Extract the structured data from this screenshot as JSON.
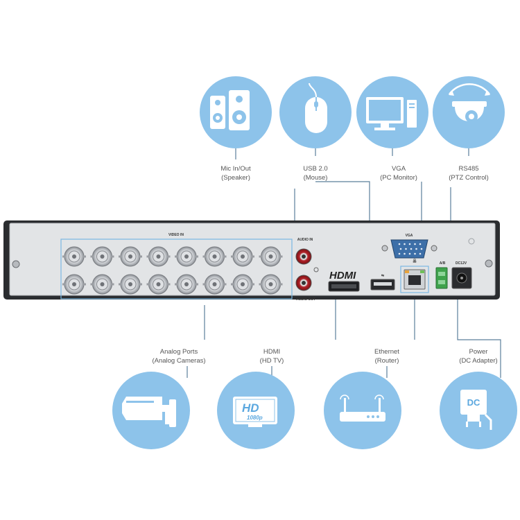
{
  "colors": {
    "circle": "#8dc3ea",
    "panel": "#e2e4e6",
    "case": "#2b2d30",
    "line": "#5b7f9b",
    "highlight": "#7ab7e2"
  },
  "top_devices": [
    {
      "name": "speaker",
      "icon": "speaker-icon",
      "label_line1": "Mic In/Out",
      "label_line2": "(Speaker)"
    },
    {
      "name": "mouse",
      "icon": "mouse-icon",
      "label_line1": "USB 2.0",
      "label_line2": "(Mouse)"
    },
    {
      "name": "monitor",
      "icon": "monitor-icon",
      "label_line1": "VGA",
      "label_line2": "(PC Monitor)"
    },
    {
      "name": "ptz",
      "icon": "ptz-camera-icon",
      "label_line1": "RS485",
      "label_line2": "(PTZ Control)"
    }
  ],
  "bottom_devices": [
    {
      "name": "analog",
      "icon": "bullet-camera-icon",
      "label_line1": "Analog Ports",
      "label_line2": "(Analog Cameras)"
    },
    {
      "name": "hdmi",
      "icon": "hd-tv-icon",
      "label_line1": "HDMI",
      "label_line2": "(HD TV)",
      "badge_big": "HD",
      "badge_small": "1080p"
    },
    {
      "name": "ethernet",
      "icon": "router-icon",
      "label_line1": "Ethernet",
      "label_line2": "(Router)"
    },
    {
      "name": "power",
      "icon": "power-adapter-icon",
      "label_line1": "Power",
      "label_line2": "(DC Adapter)",
      "badge": "DC"
    }
  ],
  "panel": {
    "video_in": "VIDEO IN",
    "audio_in": "AUDIO IN",
    "audio_out": "AUDIO OUT",
    "vga": "VGA",
    "hdmi_logo": "HDMI",
    "rs485": "A/B",
    "dc": "DC12V",
    "bnc_rows": 2,
    "bnc_cols": 8
  }
}
